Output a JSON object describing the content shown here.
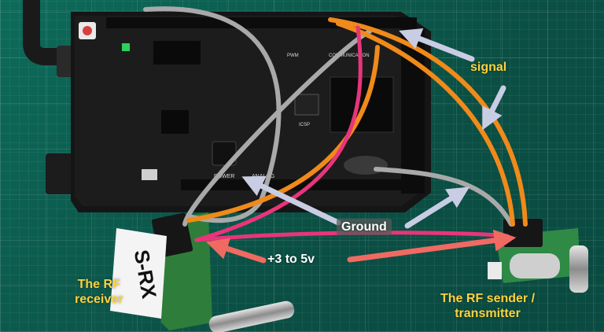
{
  "labels": {
    "signal": "signal",
    "ground": "Ground",
    "voltage": "+3 to 5v",
    "receiver_line1": "The RF",
    "receiver_line2": "receiver",
    "sender_line1": "The RF sender /",
    "sender_line2": "transmitter"
  },
  "board_text": {
    "communication": "COMMUNICATION",
    "power": "POWER",
    "analog": "ANALOG",
    "pwm": "PWM",
    "icsp": "ICSP"
  },
  "sticker_text": "S-RX",
  "colors": {
    "label_yellow": "#ffd23a",
    "wire_orange": "#f08a1a",
    "wire_pink": "#e8357a",
    "wire_gray": "#a9a9a9",
    "arrow_gray": "#c9cde3",
    "arrow_red": "#f06a62",
    "board_black": "#151515",
    "mat_green": "#0d6b5a"
  }
}
